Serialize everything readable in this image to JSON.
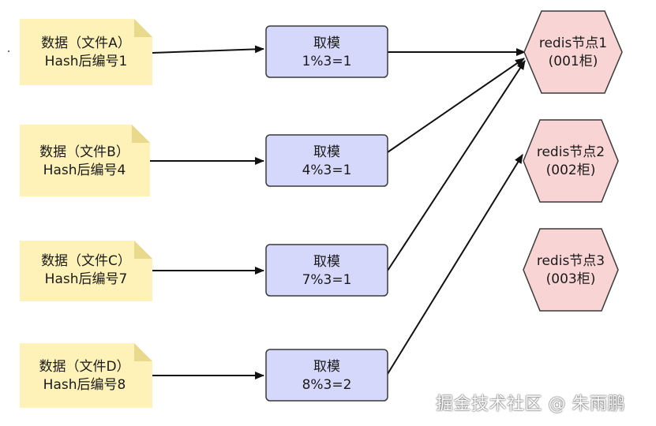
{
  "files": [
    {
      "line1": "数据（文件A）",
      "line2": "Hash后编号1"
    },
    {
      "line1": "数据（文件B）",
      "line2": "Hash后编号4"
    },
    {
      "line1": "数据（文件C）",
      "line2": "Hash后编号7"
    },
    {
      "line1": "数据（文件D）",
      "line2": "Hash后编号8"
    }
  ],
  "modulo": [
    {
      "line1": "取模",
      "line2": "1%3=1"
    },
    {
      "line1": "取模",
      "line2": "4%3=1"
    },
    {
      "line1": "取模",
      "line2": "7%3=1"
    },
    {
      "line1": "取模",
      "line2": "8%3=2"
    }
  ],
  "nodes": [
    {
      "line1": "redis节点1",
      "line2": "(001柜)"
    },
    {
      "line1": "redis节点2",
      "line2": "(002柜)"
    },
    {
      "line1": "redis节点3",
      "line2": "(003柜)"
    }
  ],
  "colors": {
    "note_fill": "#fff2b8",
    "note_fold": "#e8d98c",
    "box_fill": "#d5d8fb",
    "box_stroke": "#3a3a3a",
    "hex_fill": "#f8d4d4",
    "hex_stroke": "#3a3a3a"
  },
  "watermark": "掘金技术社区 @ 朱雨鹏"
}
